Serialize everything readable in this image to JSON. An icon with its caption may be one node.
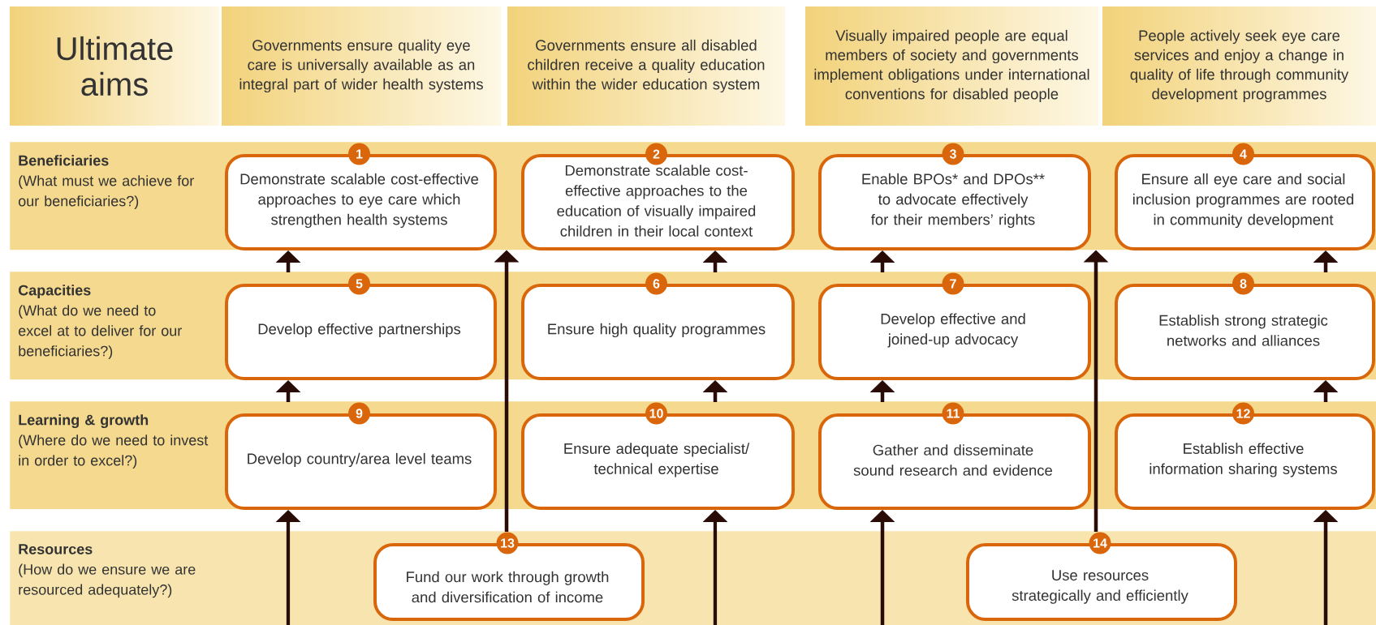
{
  "diagram": {
    "nodes": [
      {
        "text": [
          "Ultimate aims"
        ]
      },
      {
        "text": [
          "Governments ensure quality eye care is universally available as an integral part of wider health systems"
        ]
      },
      {
        "text": [
          "Governments ensure all disabled children receive a quality education within the wider education system"
        ]
      },
      {
        "text": [
          "Visually impaired people are equal members of society and governments implement obligations under international conventions for disabled people"
        ]
      },
      {
        "text": [
          "People actively seek eye care services and enjoy a change in quality of life through community development programmes"
        ]
      },
      {
        "text": [
          "Beneficiaries",
          "(What must we achieve for our beneficiaries?)"
        ]
      },
      {
        "text": [
          "1",
          "Demonstrate scalable cost-effective approaches to eye care which strengthen health systems"
        ],
        "in": 5
      },
      {
        "text": [
          "2",
          "Demonstrate scalable cost-effective approaches to the education of visually impaired children in their local context"
        ],
        "in": 5
      },
      {
        "text": [
          "3",
          "Enable BPOs* and DPOs** to advocate effectively for their members’ rights"
        ],
        "in": 5
      },
      {
        "text": [
          "4",
          "Ensure all eye care and social inclusion programmes are rooted in community development"
        ],
        "in": 5
      },
      {
        "text": [
          "Capacities",
          "(What do we need to excel at to deliver for our beneficiaries?)"
        ]
      },
      {
        "text": [
          "5",
          "Develop effective partnerships"
        ],
        "in": 10
      },
      {
        "text": [
          "6",
          "Ensure high quality programmes"
        ],
        "in": 10
      },
      {
        "text": [
          "7",
          "Develop effective and joined-up advocacy"
        ],
        "in": 10
      },
      {
        "text": [
          "8",
          "Establish strong strategic networks and alliances"
        ],
        "in": 10
      },
      {
        "text": [
          "Learning & growth",
          "(Where do we need to invest in order to excel?)"
        ]
      },
      {
        "text": [
          "9",
          "Develop country/area level teams"
        ],
        "in": 15
      },
      {
        "text": [
          "10",
          "Ensure adequate specialist/ technical expertise"
        ],
        "in": 15
      },
      {
        "text": [
          "11",
          "Gather and disseminate sound research and evidence"
        ],
        "in": 15
      },
      {
        "text": [
          "12",
          "Establish effective information sharing systems"
        ],
        "in": 15
      },
      {
        "text": [
          "Resources",
          "(How do we ensure we are resourced adequately?)"
        ]
      },
      {
        "text": [
          "13",
          "Fund our work through growth and diversification of income"
        ],
        "in": 20
      },
      {
        "text": [
          "14",
          "Use resources strategically and efficiently"
        ],
        "in": 20
      }
    ],
    "edges": [
      {
        "from": 16,
        "to": 11,
        "arrow": "to"
      },
      {
        "from": 11,
        "to": 6,
        "arrow": "to"
      },
      {
        "from": 17,
        "to": 12,
        "arrow": "to"
      },
      {
        "from": 12,
        "to": 7,
        "arrow": "to"
      },
      {
        "from": 18,
        "to": 13,
        "arrow": "to"
      },
      {
        "from": 13,
        "to": 8,
        "arrow": "to"
      },
      {
        "from": 19,
        "to": 14,
        "arrow": "to"
      },
      {
        "from": 14,
        "to": 9,
        "arrow": "to"
      },
      {
        "from": 21,
        "to": 5,
        "arrow": "to"
      },
      {
        "from": 22,
        "to": 5,
        "arrow": "to"
      },
      {
        "from": 20,
        "to": 16,
        "arrow": "to"
      },
      {
        "from": 20,
        "to": 17,
        "arrow": "to"
      },
      {
        "from": 20,
        "to": 18,
        "arrow": "to"
      },
      {
        "from": 20,
        "to": 19,
        "arrow": "to"
      }
    ]
  }
}
